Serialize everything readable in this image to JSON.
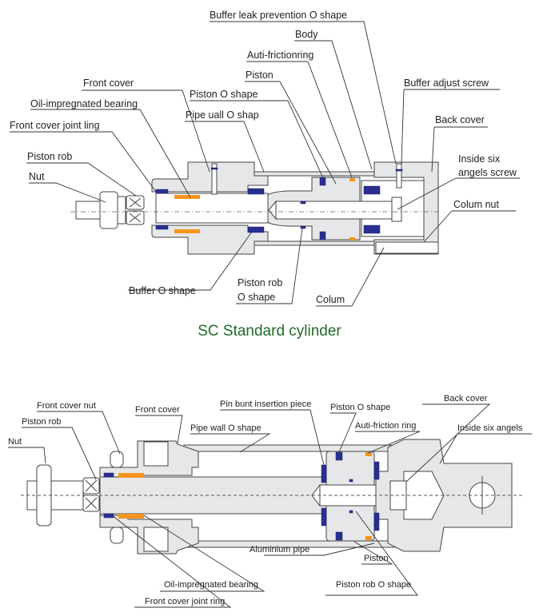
{
  "top_diagram": {
    "title": "SC Standard cylinder",
    "labels": {
      "buffer_leak": "Buffer leak prevention O shape",
      "body": "Body",
      "anti_friction": "Auti-frictionring",
      "piston": "Piston",
      "piston_o": "Piston O shape",
      "front_cover": "Front cover",
      "oil_bearing": "Oil-impregnated bearing",
      "pipe_wall_o": "Pipe uall O shap",
      "front_cover_joint": "Front cover joint ling",
      "piston_rod": "Piston rob",
      "nut": "Nut",
      "buffer_adjust": "Buffer adjust screw",
      "back_cover": "Back cover",
      "inside_six_1": "Inside six",
      "inside_six_2": "angels screw",
      "colum_nut": "Colum nut",
      "buffer_o": "Buffer O shape",
      "piston_rod_o_1": "Piston rob",
      "piston_rod_o_2": "O shape",
      "colum": "Colum"
    }
  },
  "bottom_diagram": {
    "labels": {
      "front_cover_nut": "Front cover  nut",
      "front_cover": "Front cover",
      "pin_bunt": "Pin bunt insertion piece",
      "piston_o": "Piston O shape",
      "back_cover": "Back cover",
      "piston_rod": "Piston rob",
      "pipe_wall_o": "Pipe wall  O shape",
      "anti_friction": "Auti-friction ring",
      "inside_six": "Inside six angels",
      "nut": "Nut",
      "aluminium_pipe": "Aluminium pipe",
      "piston": "Piston",
      "oil_bearing": "Oil-impregnated bearing",
      "piston_rod_o": "Piston rob O shape",
      "front_cover_joint": "Front cover joint ring"
    }
  },
  "colors": {
    "seal": "#2a2f8f",
    "bearing": "#f7941d",
    "body": "#e6e7e8",
    "title": "#1f6b2a"
  }
}
